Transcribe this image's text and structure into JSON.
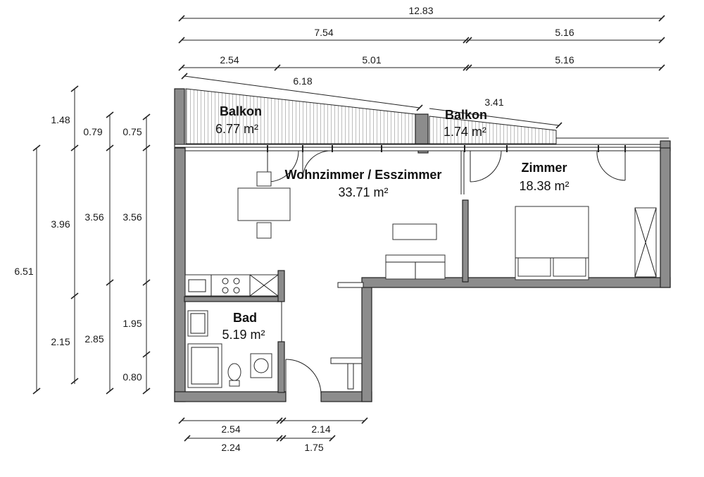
{
  "dimensions": {
    "top_total": "12.83",
    "top_row2_left": "7.54",
    "top_row2_right": "5.16",
    "top_row3_a": "2.54",
    "top_row3_b": "5.01",
    "top_row3_c": "5.16",
    "balcony_diag_1": "6.18",
    "balcony_diag_2": "3.41",
    "left_col1_total": "6.51",
    "left_col2_a": "1.48",
    "left_col2_b": "3.96",
    "left_col2_c": "2.15",
    "left_col3_a": "0.79",
    "left_col3_b": "3.56",
    "left_col3_c": "2.85",
    "left_col4_a": "0.75",
    "left_col4_b": "3.56",
    "left_col4_c": "1.95",
    "left_col4_d": "0.80",
    "bottom_row1_a": "2.54",
    "bottom_row1_b": "2.14",
    "bottom_row2_a": "2.24",
    "bottom_row2_b": "1.75"
  },
  "rooms": {
    "balkon_1": {
      "name": "Balkon",
      "area": "6.77 m²"
    },
    "balkon_2": {
      "name": "Balkon",
      "area": "1.74 m²"
    },
    "wohnzimmer": {
      "name": "Wohnzimmer / Esszimmer",
      "area": "33.71 m²"
    },
    "zimmer": {
      "name": "Zimmer",
      "area": "18.38 m²"
    },
    "bad": {
      "name": "Bad",
      "area": "5.19 m²"
    }
  },
  "colors": {
    "wall": "#8c8c8c",
    "line": "#222222"
  }
}
